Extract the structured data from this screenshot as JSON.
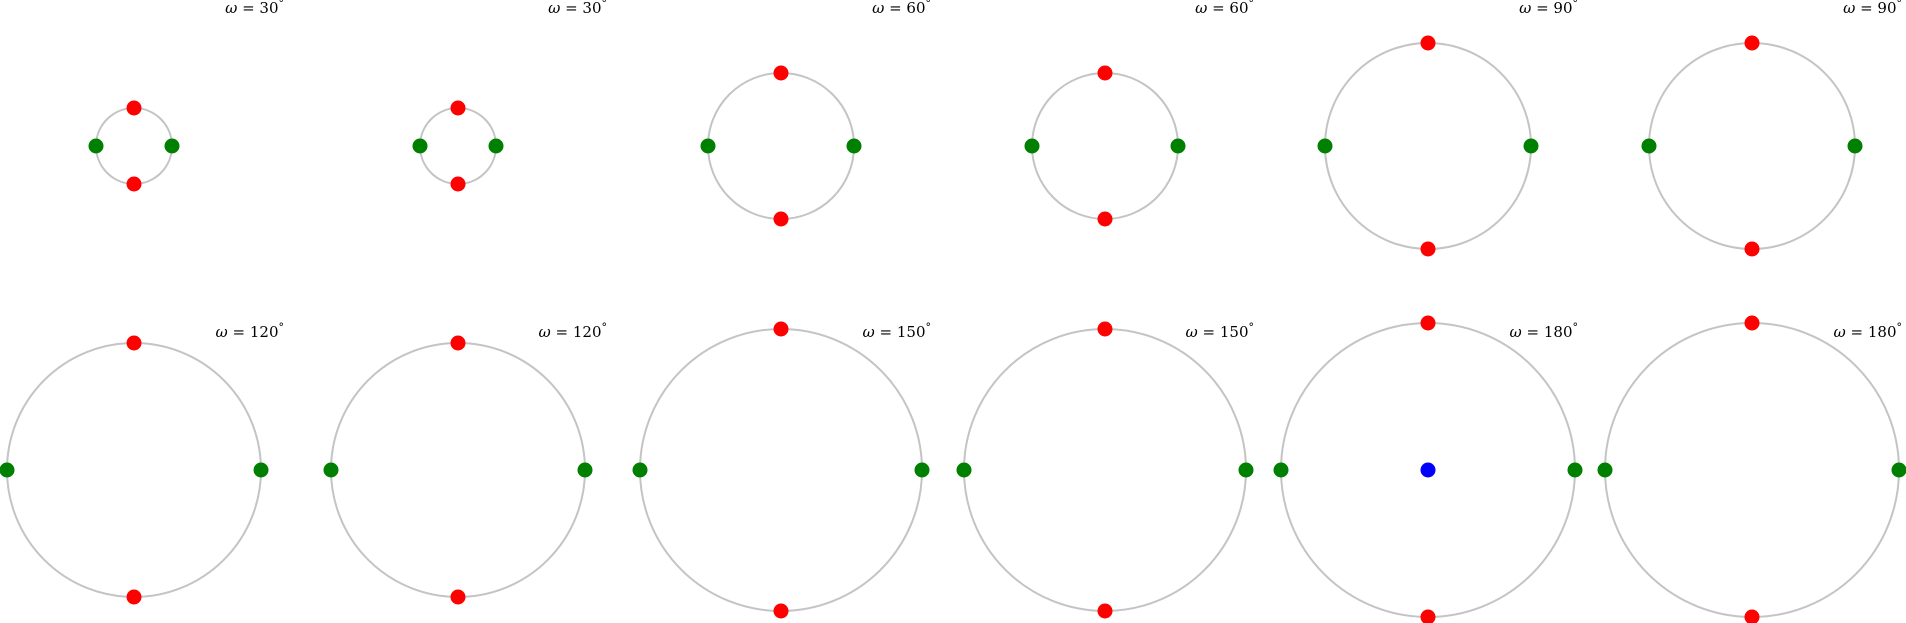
{
  "figure": {
    "colors": {
      "orbit": "#c4c4c4",
      "red_point": "#ff0000",
      "green_point": "#008000",
      "blue_point": "#0000ff",
      "background": "#ffffff"
    },
    "omega_symbol": "ω",
    "equals_sign": "=",
    "degree_sign": "°",
    "panels": [
      {
        "angle": "30",
        "has_center_point": false
      },
      {
        "angle": "30",
        "has_center_point": false
      },
      {
        "angle": "60",
        "has_center_point": false
      },
      {
        "angle": "60",
        "has_center_point": false
      },
      {
        "angle": "90",
        "has_center_point": false
      },
      {
        "angle": "90",
        "has_center_point": false
      },
      {
        "angle": "120",
        "has_center_point": false
      },
      {
        "angle": "120",
        "has_center_point": false
      },
      {
        "angle": "150",
        "has_center_point": false
      },
      {
        "angle": "150",
        "has_center_point": false
      },
      {
        "angle": "180",
        "has_center_point": true
      },
      {
        "angle": "180",
        "has_center_point": false
      }
    ]
  }
}
